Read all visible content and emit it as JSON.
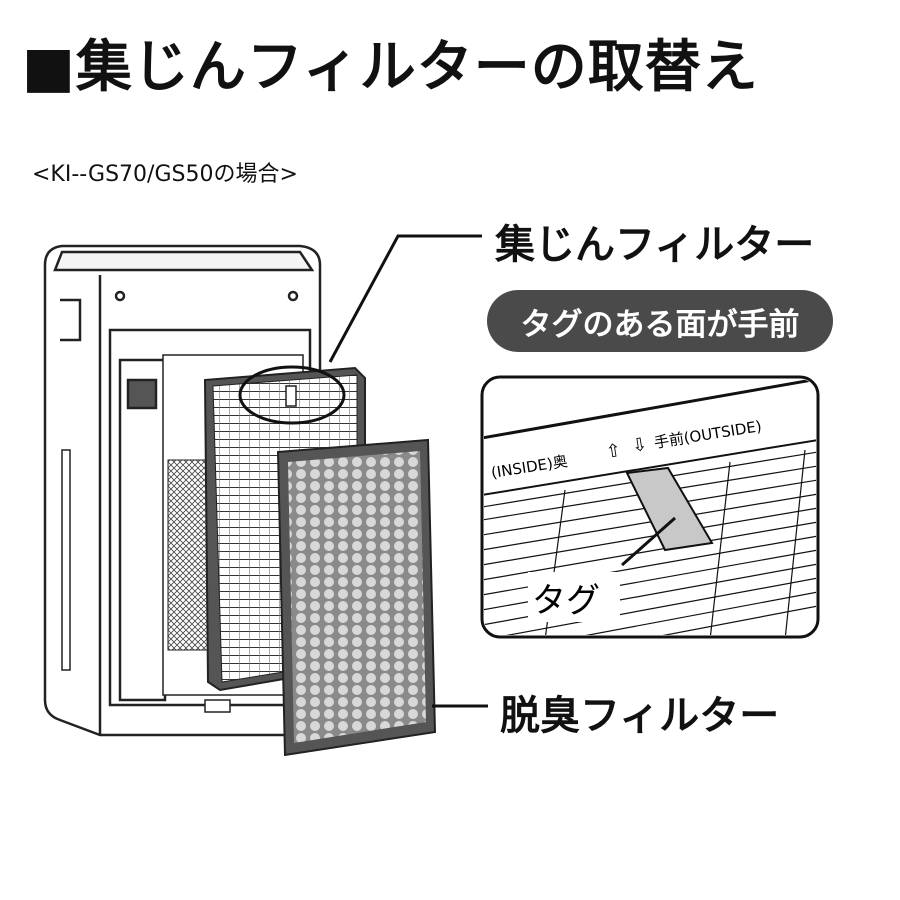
{
  "title": "■集じんフィルターの取替え",
  "subtitle": "<KI--GS70/GS50の場合>",
  "dust_filter_label": "集じんフィルター",
  "tag_side_note": "タグのある面が手前",
  "detail": {
    "inside_text": "(INSIDE)奥",
    "outside_text": "手前(OUTSIDE)",
    "tag_label": "タグ"
  },
  "deodorizing_filter_label": "脱臭フィルター",
  "colors": {
    "pill": "#4a4a4a",
    "tag": "#c8c8c8",
    "filter": "#8a8a8a"
  }
}
